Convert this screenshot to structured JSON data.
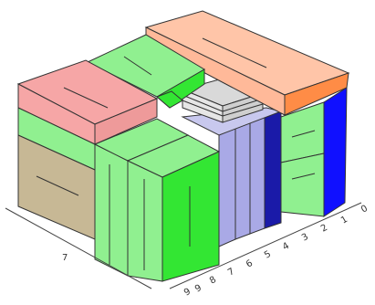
{
  "scene": {
    "axis_x_ticks": [
      "9",
      "9",
      "8",
      "7",
      "6",
      "5",
      "4",
      "3",
      "2",
      "1",
      "0"
    ],
    "axis_left_label": "7"
  },
  "colors": {
    "light_green": "#90f090",
    "green": "#33e633",
    "salmon": "#ffc5a8",
    "orange": "#ff8c46",
    "pink": "#f6a6a6",
    "khaki": "#c7b895",
    "lavender": "#a9a9e6",
    "navy": "#1a1aa8",
    "blue": "#1010ff",
    "silver": "#d9d9d9",
    "outline": "#333333"
  }
}
